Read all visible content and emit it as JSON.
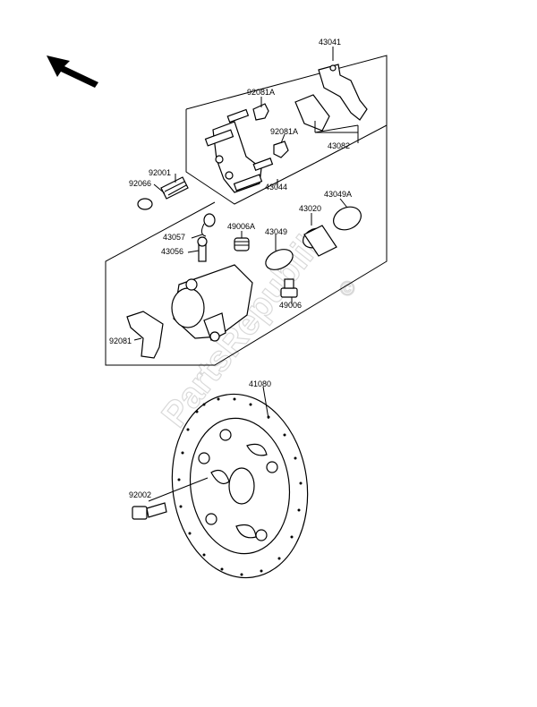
{
  "watermark": "PartsRepublik",
  "watermark_symbol": "©",
  "direction_arrow": "front-arrow-icon",
  "labels": {
    "p43041": "43041",
    "p92081A_1": "92081A",
    "p92081A_2": "92081A",
    "p43082": "43082",
    "p92001": "92001",
    "p92066": "92066",
    "p43044": "43044",
    "p43049A": "43049A",
    "p43020": "43020",
    "p49006A": "49006A",
    "p43049": "43049",
    "p43057": "43057",
    "p43056": "43056",
    "p49006": "49006",
    "p92081": "92081",
    "p41080": "41080",
    "p92002": "92002"
  }
}
